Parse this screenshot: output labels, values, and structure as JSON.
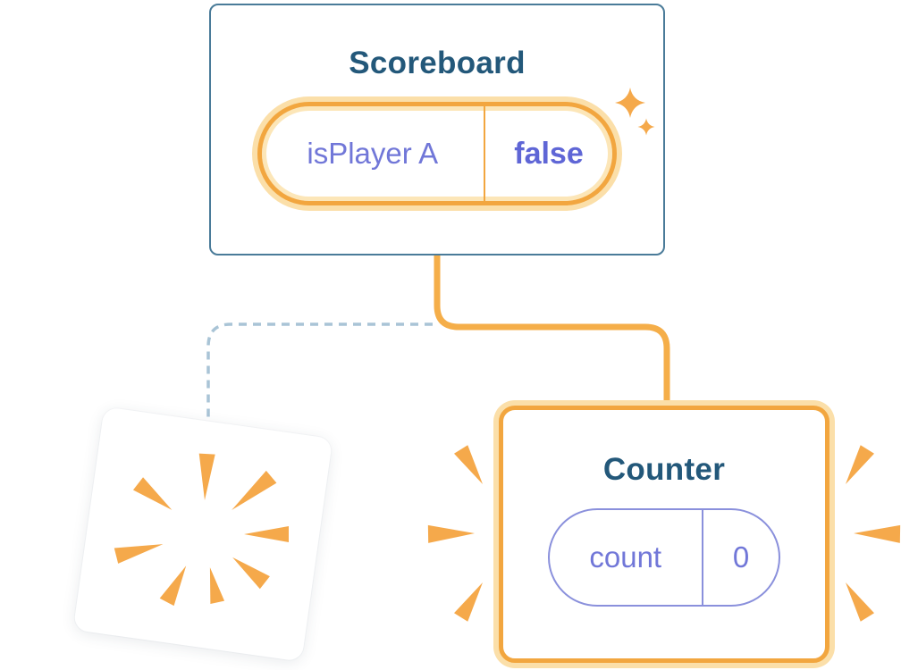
{
  "scoreboard": {
    "title": "Scoreboard",
    "state": {
      "key": "isPlayer A",
      "value": "false"
    }
  },
  "counter": {
    "title": "Counter",
    "state": {
      "key": "count",
      "value": "0"
    }
  },
  "colors": {
    "card_border_blue": "#4A7B99",
    "title_blue": "#23587A",
    "state_text_purple": "#7177D8",
    "state_value_purple": "#5F66D6",
    "pill_border_purple": "#8A90DC",
    "highlight_orange": "#F2A63F",
    "highlight_glow_orange": "#FBDFA9",
    "connector_orange": "#F5AE49",
    "connector_dashed_blue": "#A9C4D6",
    "burst_orange": "#F5A94B",
    "background": "#FFFFFF"
  }
}
